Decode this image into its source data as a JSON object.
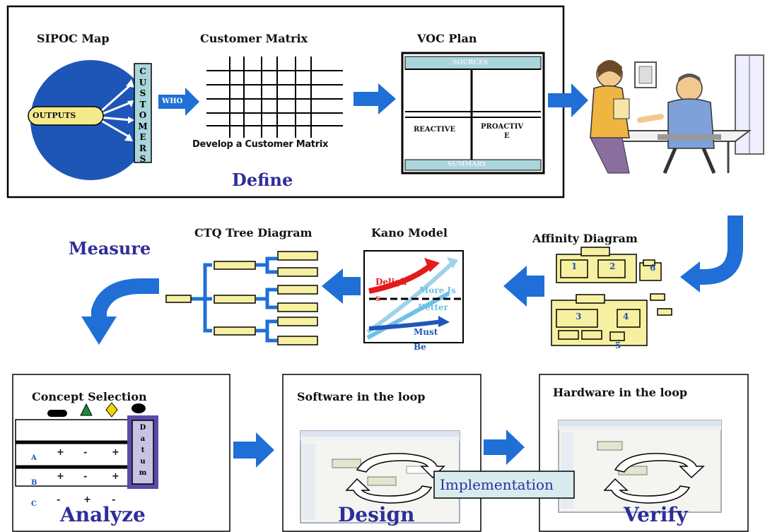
{
  "define_section": {
    "sipoc_title": "SIPOC Map",
    "outputs_label": "OUTPUTS",
    "customers_letters": [
      "C",
      "U",
      "S",
      "T",
      "O",
      "M",
      "E",
      "R",
      "S"
    ],
    "who_label": "WHO",
    "matrix_title": "Customer Matrix",
    "matrix_caption": "Develop a Customer Matrix",
    "voc_title": "VOC Plan",
    "voc_sources": "SOURCES",
    "voc_reactive": "REACTIVE",
    "voc_proactive_1": "PROACTIV",
    "voc_proactive_2": "E",
    "voc_summary": "SUMMARY",
    "phase_label": "Define"
  },
  "measure_section": {
    "phase_label": "Measure",
    "ctq_title": "CTQ Tree Diagram",
    "kano_title": "Kano Model",
    "kano_delight_1": "Deligh",
    "kano_delight_2": "s",
    "kano_more_1": "More Is",
    "kano_more_2": "Better",
    "kano_must_1": "Must",
    "kano_must_2": "Be",
    "affinity_title": "Affinity Diagram",
    "affinity_numbers": [
      "1",
      "2",
      "6",
      "3",
      "4",
      "5"
    ]
  },
  "analyze_section": {
    "concept_title": "Concept Selection",
    "datum_letters": [
      "D",
      "a",
      "t",
      "u",
      "m"
    ],
    "row_labels": [
      "A",
      "B",
      "C"
    ],
    "row_a_marks": [
      "+",
      "-",
      "+"
    ],
    "row_b_marks": [
      "+",
      "-",
      "+"
    ],
    "row_c_marks": [
      "-",
      "+",
      "-"
    ],
    "phase_label": "Analyze"
  },
  "design_section": {
    "title": "Software in the loop",
    "phase_label": "Design"
  },
  "verify_section": {
    "title": "Hardware in the loop",
    "phase_label": "Verify"
  },
  "implementation_label": "Implementation",
  "colors": {
    "arrow_blue": "#1f6fd6",
    "sipoc_blue": "#1e56b8",
    "box_yellow": "#f7f0a0",
    "phase_text": "#2e2e9a",
    "voc_header": "#a9d5db",
    "datum_purple": "#5b4aa8"
  }
}
